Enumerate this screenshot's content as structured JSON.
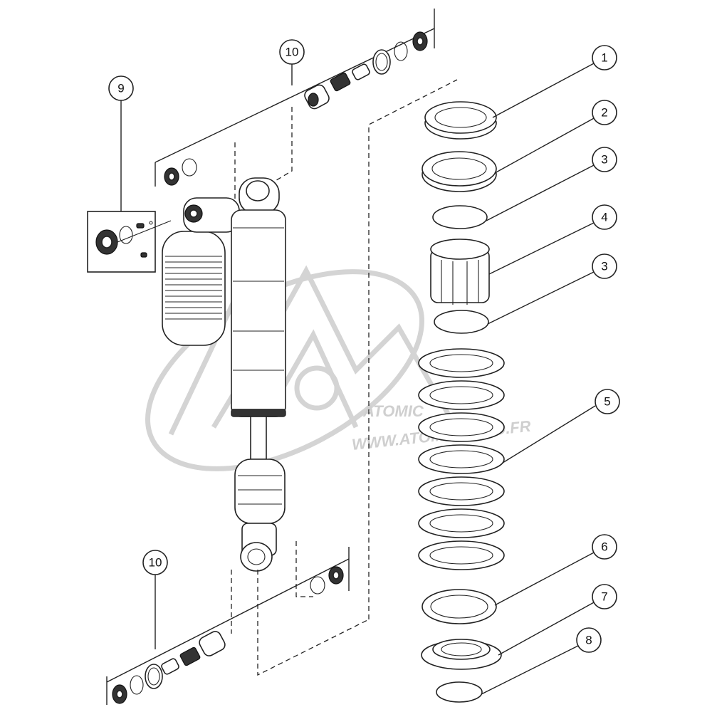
{
  "diagram": {
    "callouts": [
      {
        "id": "c1",
        "label": "1"
      },
      {
        "id": "c2",
        "label": "2"
      },
      {
        "id": "c3a",
        "label": "3"
      },
      {
        "id": "c4",
        "label": "4"
      },
      {
        "id": "c3b",
        "label": "3"
      },
      {
        "id": "c5",
        "label": "5"
      },
      {
        "id": "c6",
        "label": "6"
      },
      {
        "id": "c7",
        "label": "7"
      },
      {
        "id": "c8",
        "label": "8"
      },
      {
        "id": "c9",
        "label": "9"
      },
      {
        "id": "c10a",
        "label": "10"
      },
      {
        "id": "c10b",
        "label": "10"
      }
    ]
  },
  "watermark": {
    "url_text": "WWW.ATOMICMOTO.FR",
    "brand_text": "ATOMIC"
  },
  "colors": {
    "line": "#222222",
    "watermark": "#d4d4d4"
  }
}
